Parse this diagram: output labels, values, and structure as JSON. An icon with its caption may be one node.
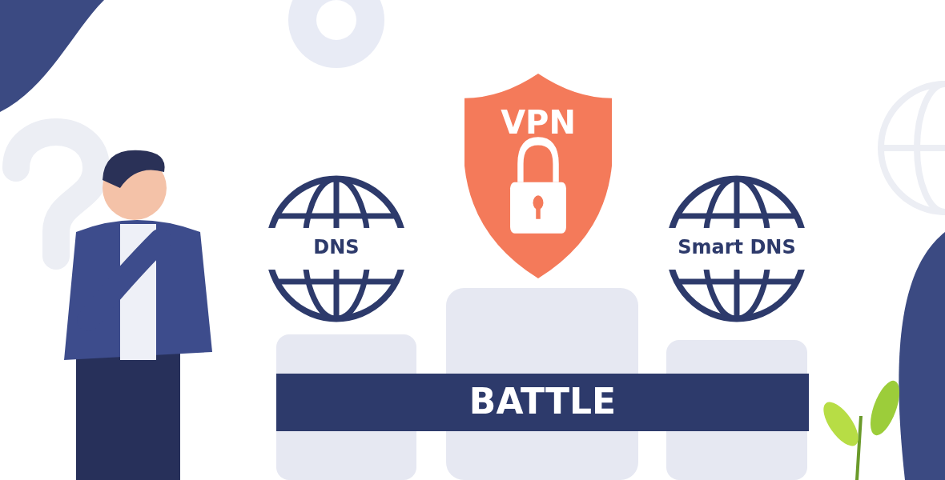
{
  "diagram": {
    "nodes": [
      {
        "text": [
          "DNS"
        ]
      },
      {
        "text": [
          "VPN"
        ]
      },
      {
        "text": [
          "Smart DNS"
        ]
      },
      {
        "text": [
          "BATTLE"
        ]
      }
    ]
  }
}
